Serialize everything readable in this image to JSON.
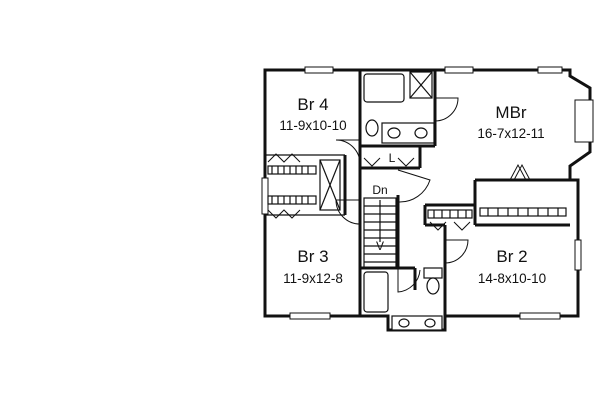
{
  "rooms": {
    "br4": {
      "name": "Br 4",
      "dims": "11-9x10-10"
    },
    "mbr": {
      "name": "MBr",
      "dims": "16-7x12-11"
    },
    "br3": {
      "name": "Br 3",
      "dims": "11-9x12-8"
    },
    "br2": {
      "name": "Br 2",
      "dims": "14-8x10-10"
    }
  },
  "labels": {
    "linen": "L",
    "stair_down": "Dn",
    "stair_arrow": "V"
  }
}
